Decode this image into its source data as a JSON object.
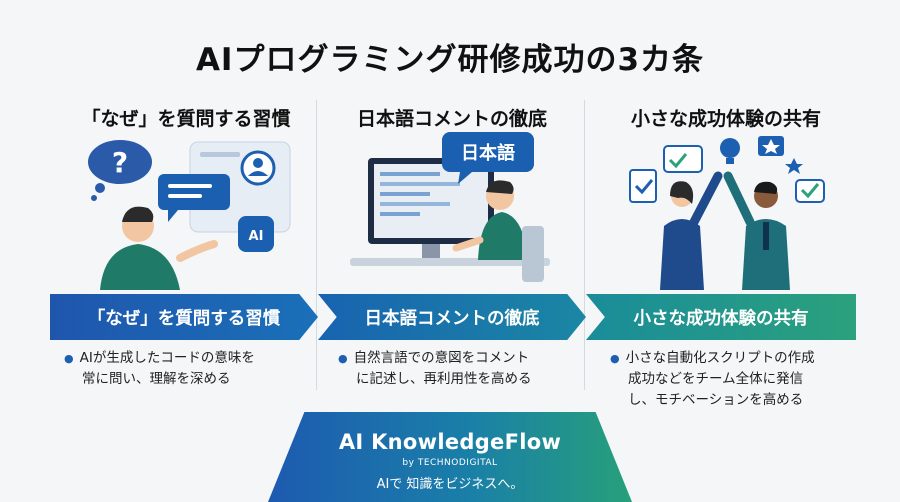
{
  "title": "AIプログラミング研修成功の3カ条",
  "columns": [
    {
      "heading": "「なぜ」を質問する習慣",
      "banner": "「なぜ」を質問する習慣",
      "desc_lines": [
        "AIが生成したコードの意味を",
        "常に問い、理解を深める"
      ],
      "illus_text": "AI"
    },
    {
      "heading": "日本語コメントの徹底",
      "banner": "日本語コメントの徹底",
      "desc_lines": [
        "自然言語での意図をコメント",
        "に記述し、再利用性を高める"
      ],
      "illus_text": "日本語"
    },
    {
      "heading": "小さな成功体験の共有",
      "banner": "小さな成功体験の共有",
      "desc_lines": [
        "小さな自動化スクリプトの作成",
        "成功などをチーム全体に発信",
        "し、モチベーションを高める"
      ]
    }
  ],
  "brand": {
    "name": "AI KnowledgeFlow",
    "by": "by TECHNODIGITAL",
    "tagline": "AIで 知識をビジネスへ。"
  },
  "colors": {
    "accent": "#1d5fb0",
    "teal": "#1a8c9a",
    "green": "#2ba17c"
  },
  "icons": [
    "question-bubble-icon",
    "chat-bubble-icon",
    "user-profile-icon",
    "ai-chip-icon",
    "computer-icon",
    "checklist-icon",
    "lightbulb-icon",
    "star-icon",
    "chat-check-icon"
  ]
}
